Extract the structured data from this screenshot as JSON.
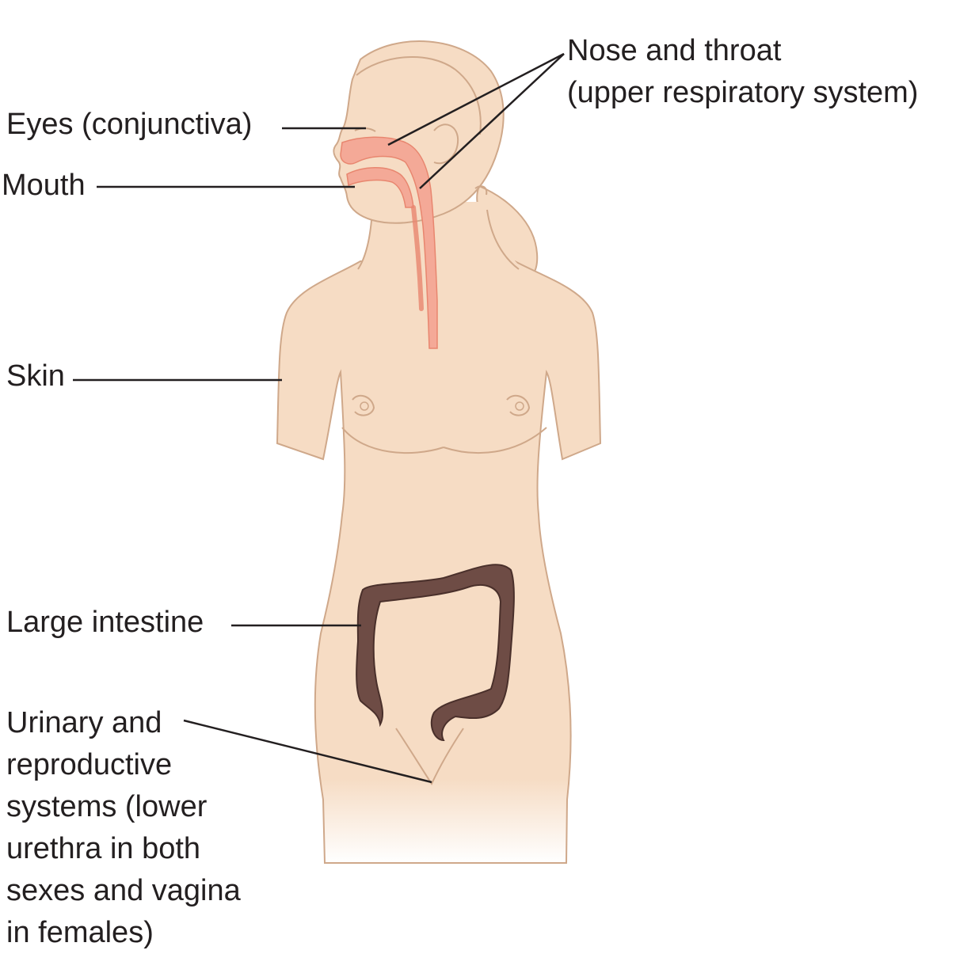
{
  "labels": {
    "nose_throat": [
      "Nose and throat",
      "(upper respiratory system)"
    ],
    "eyes": "Eyes (conjunctiva)",
    "mouth": "Mouth",
    "skin": "Skin",
    "large_intestine": "Large intestine",
    "urinary_reproductive": [
      "Urinary and",
      "reproductive",
      "systems (lower",
      "urethra in both",
      "sexes and vagina",
      "in females)"
    ]
  },
  "colors": {
    "skin": "#f6dcc4",
    "skin_outline": "#cfa88a",
    "airway": "#f29c8a",
    "intestine": "#6e4c45",
    "leader_line": "#231f20",
    "text": "#231f20"
  }
}
